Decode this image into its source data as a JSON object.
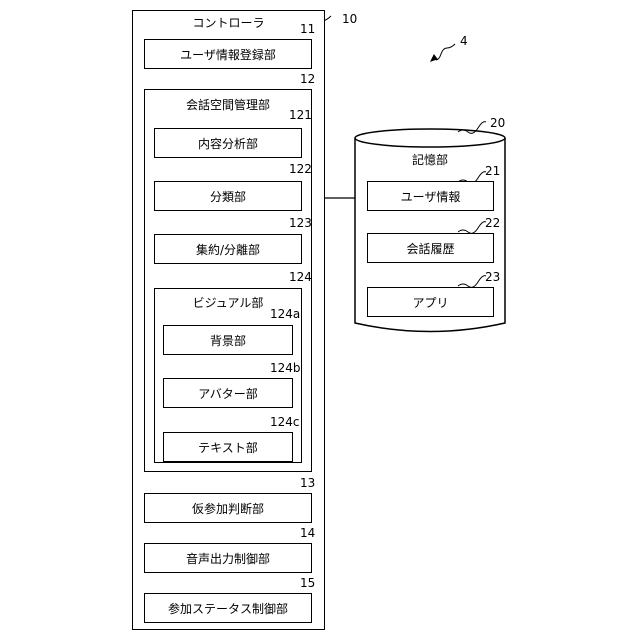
{
  "figure_ref": "4",
  "controller": {
    "title": "コントローラ",
    "ref": "10",
    "user_info_reg": {
      "label": "ユーザ情報登録部",
      "ref": "11"
    },
    "conv_space": {
      "title": "会話空間管理部",
      "ref": "12",
      "content_analysis": {
        "label": "内容分析部",
        "ref": "121"
      },
      "classification": {
        "label": "分類部",
        "ref": "122"
      },
      "aggregate_separate": {
        "label": "集約/分離部",
        "ref": "123"
      },
      "visual": {
        "title": "ビジュアル部",
        "ref": "124",
        "background": {
          "label": "背景部",
          "ref": "124a"
        },
        "avatar": {
          "label": "アバター部",
          "ref": "124b"
        },
        "text": {
          "label": "テキスト部",
          "ref": "124c"
        }
      }
    },
    "provisional_judge": {
      "label": "仮参加判断部",
      "ref": "13"
    },
    "audio_output": {
      "label": "音声出力制御部",
      "ref": "14"
    },
    "status_control": {
      "label": "参加ステータス制御部",
      "ref": "15"
    }
  },
  "storage": {
    "title": "記憶部",
    "ref": "20",
    "user_info": {
      "label": "ユーザ情報",
      "ref": "21"
    },
    "conv_history": {
      "label": "会話履歴",
      "ref": "22"
    },
    "app": {
      "label": "アプリ",
      "ref": "23"
    }
  }
}
